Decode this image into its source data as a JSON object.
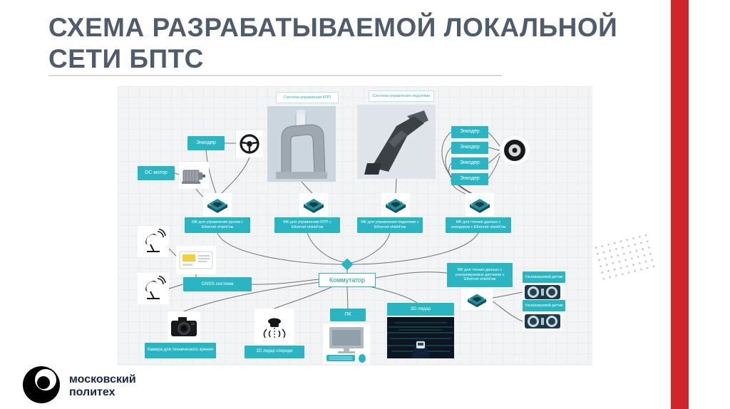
{
  "title": {
    "line1": "СХЕМА РАЗРАБАТЫВАЕМОЙ ЛОКАЛЬНОЙ",
    "line2": "СЕТИ БПТС"
  },
  "logo": {
    "line1": "московский",
    "line2": "политех"
  },
  "colors": {
    "accent_teal": "#2ab5c2",
    "red_bar": "#d2252a",
    "title_text": "#4e5c6c"
  },
  "diagram": {
    "system_kpp": "Система управления КПП",
    "system_pedals": "Система управления педалями",
    "encoder_left": "Энкодер",
    "dc_motor": "DC мотор",
    "encoders_right": [
      "Энкодер",
      "Энкодер",
      "Энкодер",
      "Энкодер"
    ],
    "mk_steering": "МК для управления рулем с Ethernet shield'ом",
    "mk_kpp": "МК для управления КПП с Ethernet shield'ом",
    "mk_pedals": "МК для управления педалями с Ethernet shield'ом",
    "mk_encoders": "МК для чтения данных с энкодеров с Ethernet shield'ом",
    "switch": "Коммутатор",
    "gnss": "GNSS система",
    "mk_ultrasonic": "МК для чтения данных с ультразвуковых датчиков с Ethernet shield'ом",
    "ultrasonic_label": "Ультразвуковой датчик",
    "camera": "Камера для технического зрения",
    "lidar_2d": "2D лидар спереди",
    "pc": "ПК",
    "lidar_3d": "3D лидар"
  }
}
